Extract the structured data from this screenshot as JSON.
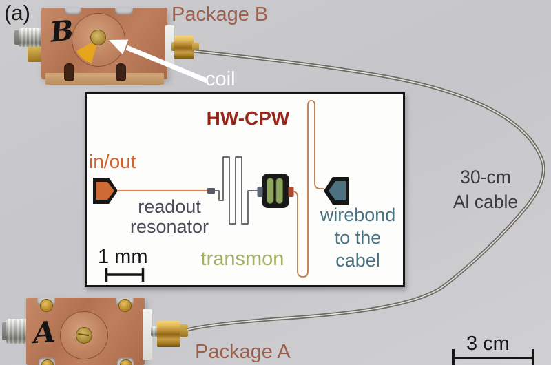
{
  "figure": {
    "panel_label": "(a)",
    "photo": {
      "package_b_label": "Package B",
      "package_a_label": "Package A",
      "package_b_marker": "B",
      "package_a_marker": "A",
      "coil_label": "coil",
      "cable_label_line1": "30-cm",
      "cable_label_line2": "Al cable",
      "scale_bar_label": "3 cm"
    },
    "inset": {
      "hw_cpw_label": "HW-CPW",
      "in_out_label": "in/out",
      "readout_label_line1": "readout",
      "readout_label_line2": "resonator",
      "transmon_label": "transmon",
      "wirebond_label_line1": "wirebond",
      "wirebond_label_line2": "to the",
      "wirebond_label_line3": "cabel",
      "scale_bar_label": "1 mm"
    },
    "colors": {
      "background": "#c8c8cb",
      "copper": "#b87a5a",
      "brass_gold": "#c49a3f",
      "label_brick": "#9d5f4b",
      "hw_cpw_red": "#95271b",
      "in_out_orange": "#d2622a",
      "readout_navy": "#4a4a5a",
      "transmon_green": "#a2b167",
      "wirebond_teal": "#497181",
      "cable_gray": "#6e6a64",
      "kapton_wedge_orange": "#e7a51d"
    }
  }
}
